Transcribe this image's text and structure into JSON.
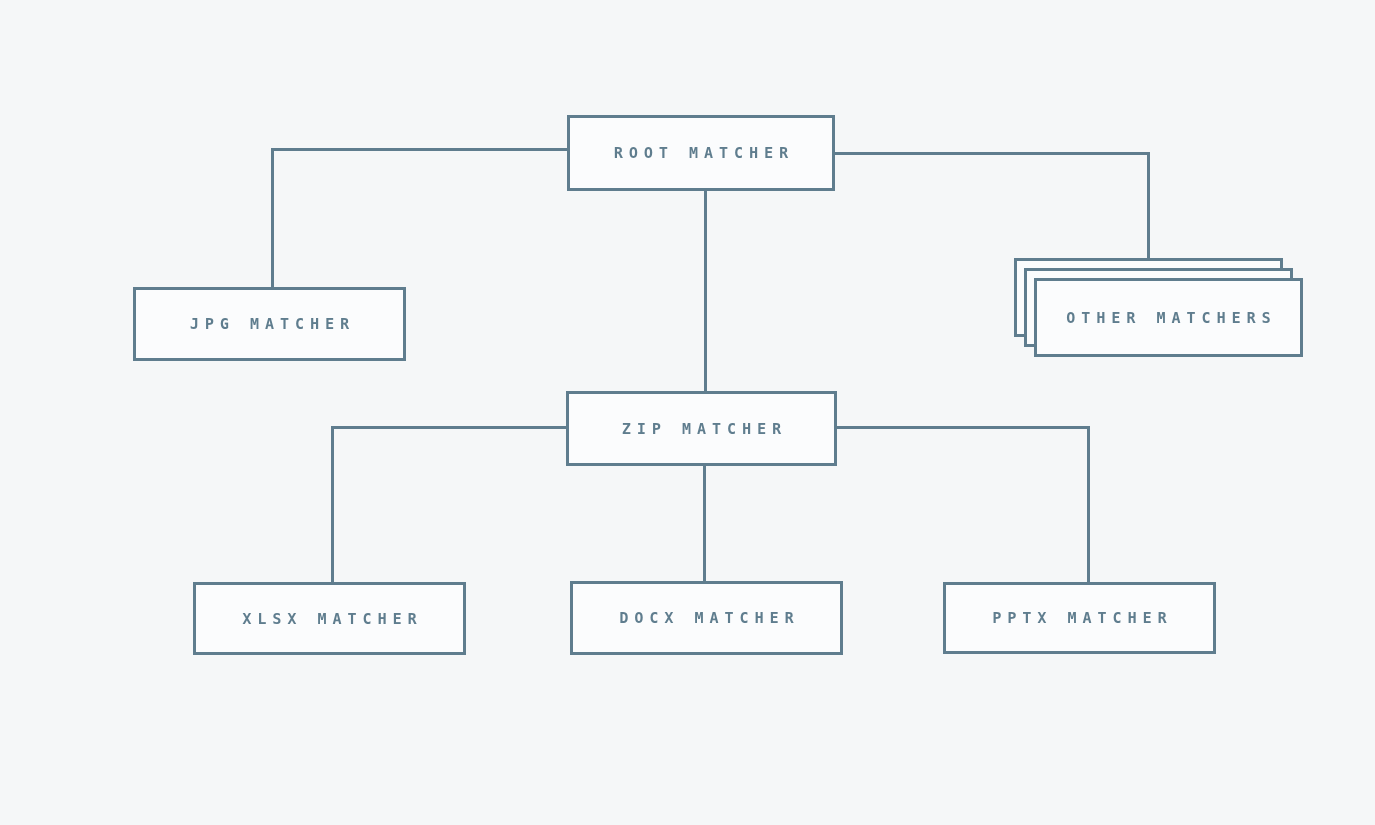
{
  "diagram": {
    "type": "tree",
    "nodes": {
      "root": {
        "id": "root",
        "label": "ROOT MATCHER"
      },
      "jpg": {
        "id": "jpg",
        "label": "JPG MATCHER"
      },
      "other": {
        "id": "other",
        "label": "OTHER MATCHERS",
        "style": "stacked-cards",
        "stack_count": 3
      },
      "zip": {
        "id": "zip",
        "label": "ZIP MATCHER"
      },
      "xlsx": {
        "id": "xlsx",
        "label": "XLSX MATCHER"
      },
      "docx": {
        "id": "docx",
        "label": "DOCX MATCHER"
      },
      "pptx": {
        "id": "pptx",
        "label": "PPTX MATCHER"
      }
    },
    "edges": [
      {
        "from": "root",
        "to": "jpg"
      },
      {
        "from": "root",
        "to": "zip"
      },
      {
        "from": "root",
        "to": "other"
      },
      {
        "from": "zip",
        "to": "xlsx"
      },
      {
        "from": "zip",
        "to": "docx"
      },
      {
        "from": "zip",
        "to": "pptx"
      }
    ],
    "colors": {
      "line": "#5f7d8e",
      "background": "#f5f7f8",
      "box_fill": "#fbfcfd"
    }
  }
}
